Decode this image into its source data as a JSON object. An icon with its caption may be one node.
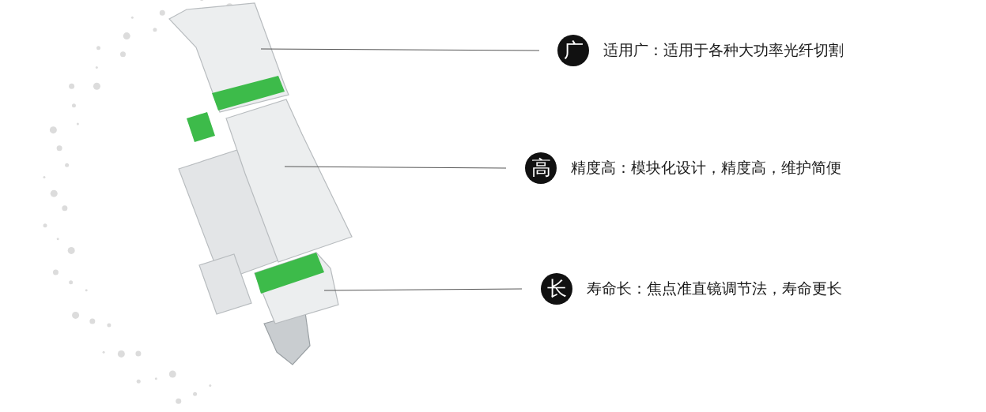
{
  "diagram": {
    "nodes": [
      {
        "text": [
          "广",
          "适用广：适用于各种大功率光纤切割"
        ]
      },
      {
        "text": [
          "高",
          "精度高：模块化设计，精度高，维护简便"
        ]
      },
      {
        "text": [
          "长",
          "寿命长：焦点准直镜调节法，寿命更长"
        ]
      },
      {
        "text": [],
        "shape": "picture"
      },
      {
        "text": [],
        "shape": "picture"
      },
      {
        "text": [],
        "shape": "picture"
      }
    ],
    "edges": [
      {
        "from": 0,
        "to": 3,
        "arrow": "none"
      },
      {
        "from": 1,
        "to": 4,
        "arrow": "none"
      },
      {
        "from": 2,
        "to": 5,
        "arrow": "none"
      }
    ]
  }
}
